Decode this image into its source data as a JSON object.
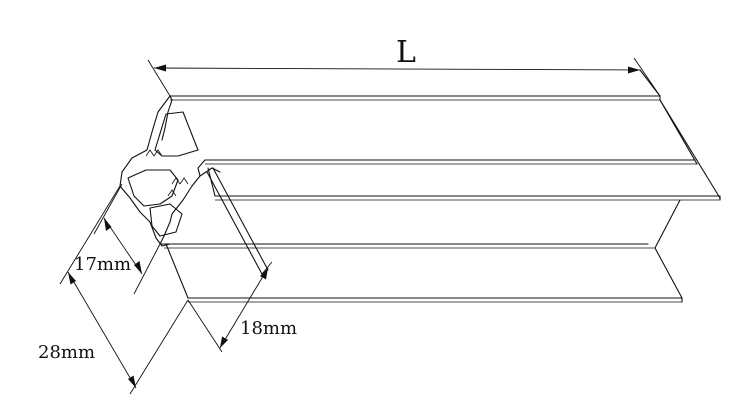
{
  "labels": {
    "length": "L",
    "dim_17": "17mm",
    "dim_18": "18mm",
    "dim_28": "28mm"
  },
  "colors": {
    "line": "#111111",
    "background": "#ffffff"
  }
}
